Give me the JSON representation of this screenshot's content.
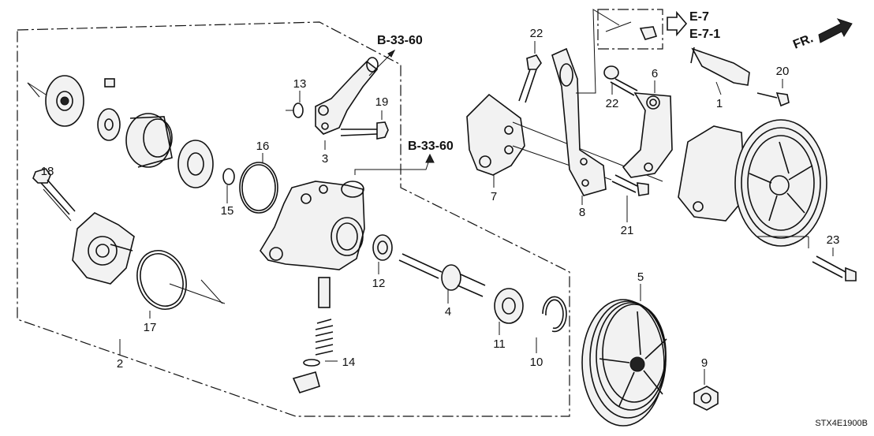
{
  "callouts": [
    "1",
    "2",
    "3",
    "4",
    "5",
    "6",
    "7",
    "8",
    "9",
    "10",
    "11",
    "12",
    "13",
    "14",
    "15",
    "16",
    "17",
    "18",
    "19",
    "20",
    "21",
    "22",
    "22",
    "23"
  ],
  "refs": {
    "b3360_a": "B-33-60",
    "b3360_b": "B-33-60",
    "e7": "E-7",
    "e71": "E-7-1",
    "fr": "FR."
  },
  "diagram_code": "STX4E1900B"
}
